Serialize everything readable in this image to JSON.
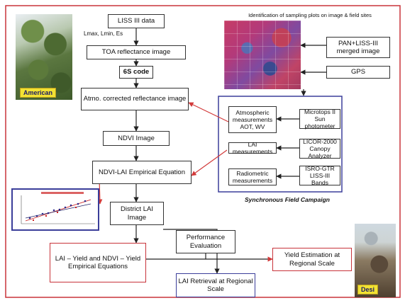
{
  "diagram": {
    "nodes": {
      "liss_data": "LISS III data",
      "lmax_lmin": "Lmax, Lmin, Es",
      "toa": "TOA reflectance image",
      "code_6s": "6S code",
      "atmo": "Atmo. corrected reflectance image",
      "ndvi": "NDVI Image",
      "ndvi_lai": "NDVI-LAI Empirical Equation",
      "district_lai": "District LAI Image",
      "lai_yield": "LAI – Yield and NDVI – Yield Empirical Equations",
      "perf_eval": "Performance Evaluation",
      "lai_retrieval": "LAI Retrieval at Regional Scale",
      "yield_est": "Yield Estimation at Regional Scale",
      "pan_liss": "PAN+LISS-III merged image",
      "gps": "GPS",
      "atmo_meas": "Atmospheric measurements AOT, WV",
      "microtops": "Microtops II Sun photometer",
      "lai_meas": "LAI measurements",
      "licor": "LICOR-2000 Canopy Analyzer",
      "radio": "Radiometric measurements",
      "isro": "ISRO-GTR LISS-III Bands"
    },
    "satellite_caption": "Identification of sampling plots on image & field sites",
    "field_campaign_label": "Synchronous Field Campaign",
    "photo_tags": {
      "american": "American",
      "desi": "Desi"
    }
  },
  "colors": {
    "box_border": "#333333",
    "red_border": "#c8333a",
    "blue_border": "#3b3e9a",
    "arrow_red": "#d23a3a",
    "outer_frame": "#c8333a"
  }
}
